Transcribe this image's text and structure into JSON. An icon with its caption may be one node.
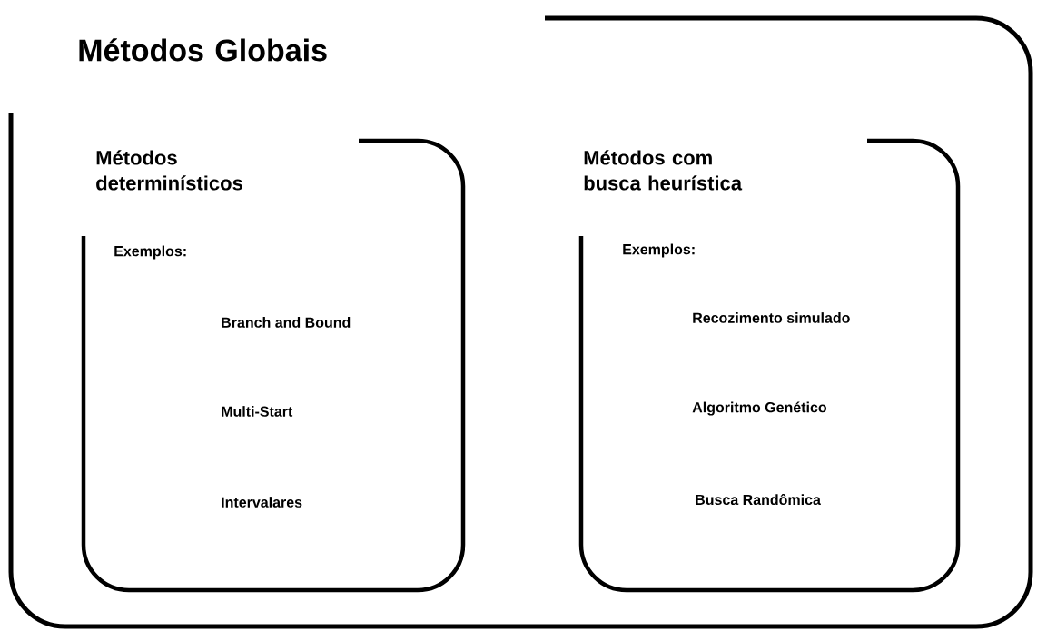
{
  "diagram": {
    "nodes": [
      {
        "text": [
          "Métodos Globais"
        ]
      },
      {
        "text": [
          "Métodos determinísticos",
          "Exemplos:",
          "Branch and Bound",
          "Multi-Start",
          "Intervalares"
        ],
        "in": 0
      },
      {
        "text": [
          "Métodos com busca heurística",
          "Exemplos:",
          "Recozimento simulado",
          "Algoritmo Genético",
          "Busca Randômica"
        ],
        "in": 0
      }
    ]
  }
}
